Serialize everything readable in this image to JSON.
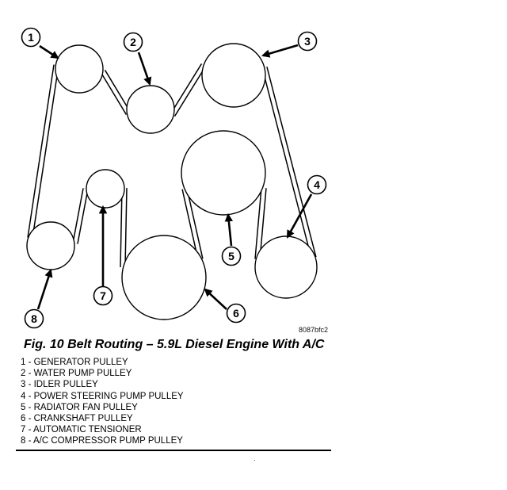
{
  "figure": {
    "code": "8087bfc2",
    "title": "Fig. 10 Belt Routing – 5.9L Diesel Engine With A/C",
    "callouts": [
      "1",
      "2",
      "3",
      "4",
      "5",
      "6",
      "7",
      "8"
    ],
    "legend": [
      "1 - GENERATOR PULLEY",
      "2 - WATER PUMP PULLEY",
      "3 - IDLER PULLEY",
      "4 - POWER STEERING PUMP PULLEY",
      "5 - RADIATOR FAN PULLEY",
      "6 - CRANKSHAFT PULLEY",
      "7 - AUTOMATIC TENSIONER",
      "8 - A/C COMPRESSOR PUMP PULLEY"
    ]
  }
}
